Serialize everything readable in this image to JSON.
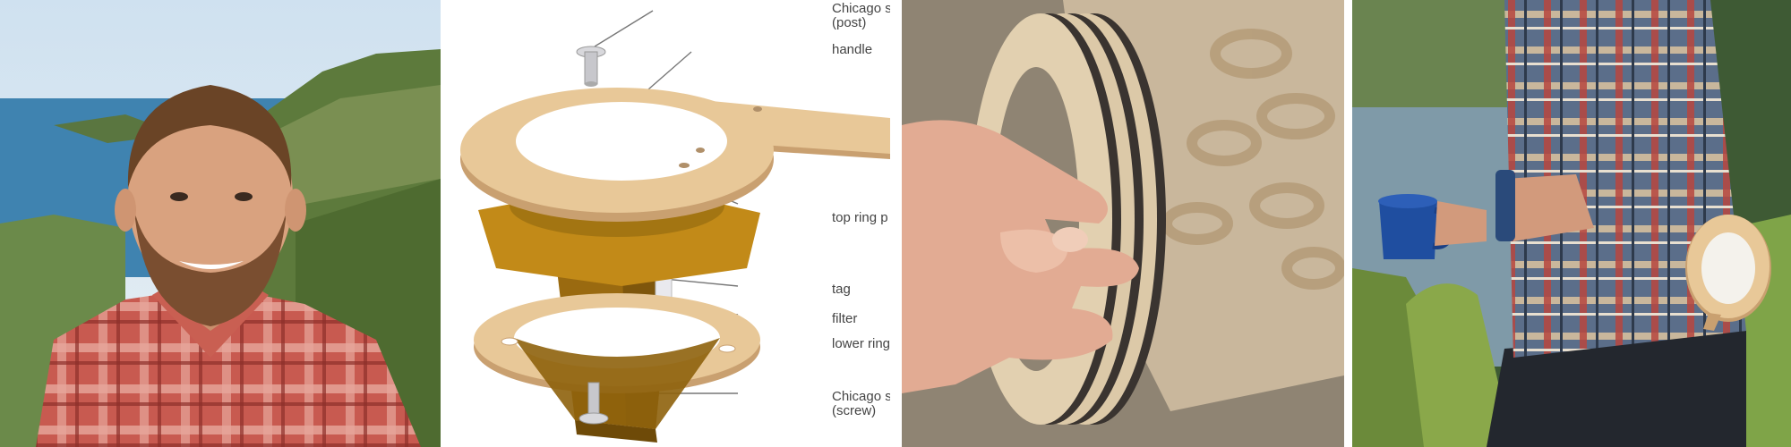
{
  "diagram": {
    "labels": {
      "chicago_post": "Chicago s",
      "chicago_post_sub": "(post)",
      "handle": "handle",
      "top_ring": "top ring p",
      "tag": "tag",
      "filter": "filter",
      "lower_ring": "lower ring",
      "chicago_screw": "Chicago s",
      "chicago_screw_sub": "(screw)"
    }
  },
  "colors": {
    "wood": "#e8c898",
    "wood_edge": "#c9a070",
    "filter_brown": "#9a6a10",
    "sky": "#d6e6f2",
    "sea": "#3f83b0",
    "plaid_red": "#b8463e"
  }
}
